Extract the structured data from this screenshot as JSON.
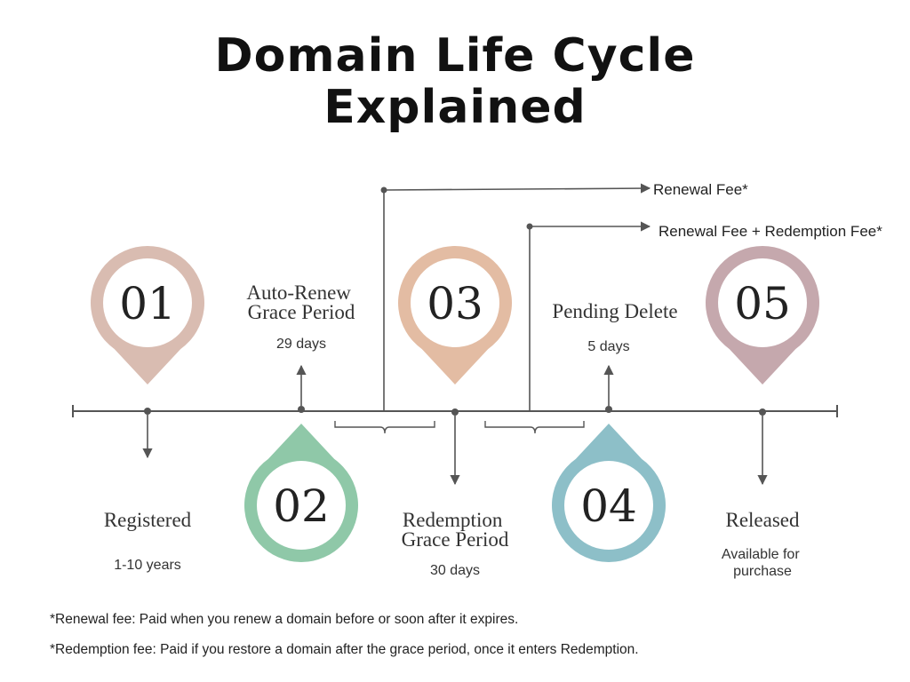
{
  "title": {
    "line1": "Domain Life Cycle",
    "line2": "Explained"
  },
  "colors": {
    "stage1": "#d9bcb1",
    "stage2": "#8fc8a8",
    "stage3": "#e3bca3",
    "stage4": "#8dbfc8",
    "stage5": "#c5a8ad",
    "line": "#555555"
  },
  "stages": [
    {
      "number": "01",
      "name": [
        "Registered"
      ],
      "duration": [
        "1-10 years"
      ]
    },
    {
      "number": "02",
      "name": [
        "Auto-Renew",
        "Grace Period"
      ],
      "duration": [
        "29 days"
      ]
    },
    {
      "number": "03",
      "name": [
        "Redemption",
        "Grace Period"
      ],
      "duration": [
        "30 days"
      ]
    },
    {
      "number": "04",
      "name": [
        "Pending Delete"
      ],
      "duration": [
        "5 days"
      ]
    },
    {
      "number": "05",
      "name": [
        "Released"
      ],
      "duration": [
        "Available for",
        "purchase"
      ]
    }
  ],
  "fees": {
    "renewal": "Renewal Fee*",
    "renewal_redemption": "Renewal Fee + Redemption Fee*"
  },
  "notes": {
    "renewal": "*Renewal fee: Paid when you renew a domain before or soon after it expires.",
    "redemption": "*Redemption fee: Paid if you restore a domain after the grace period, once it enters Redemption."
  }
}
